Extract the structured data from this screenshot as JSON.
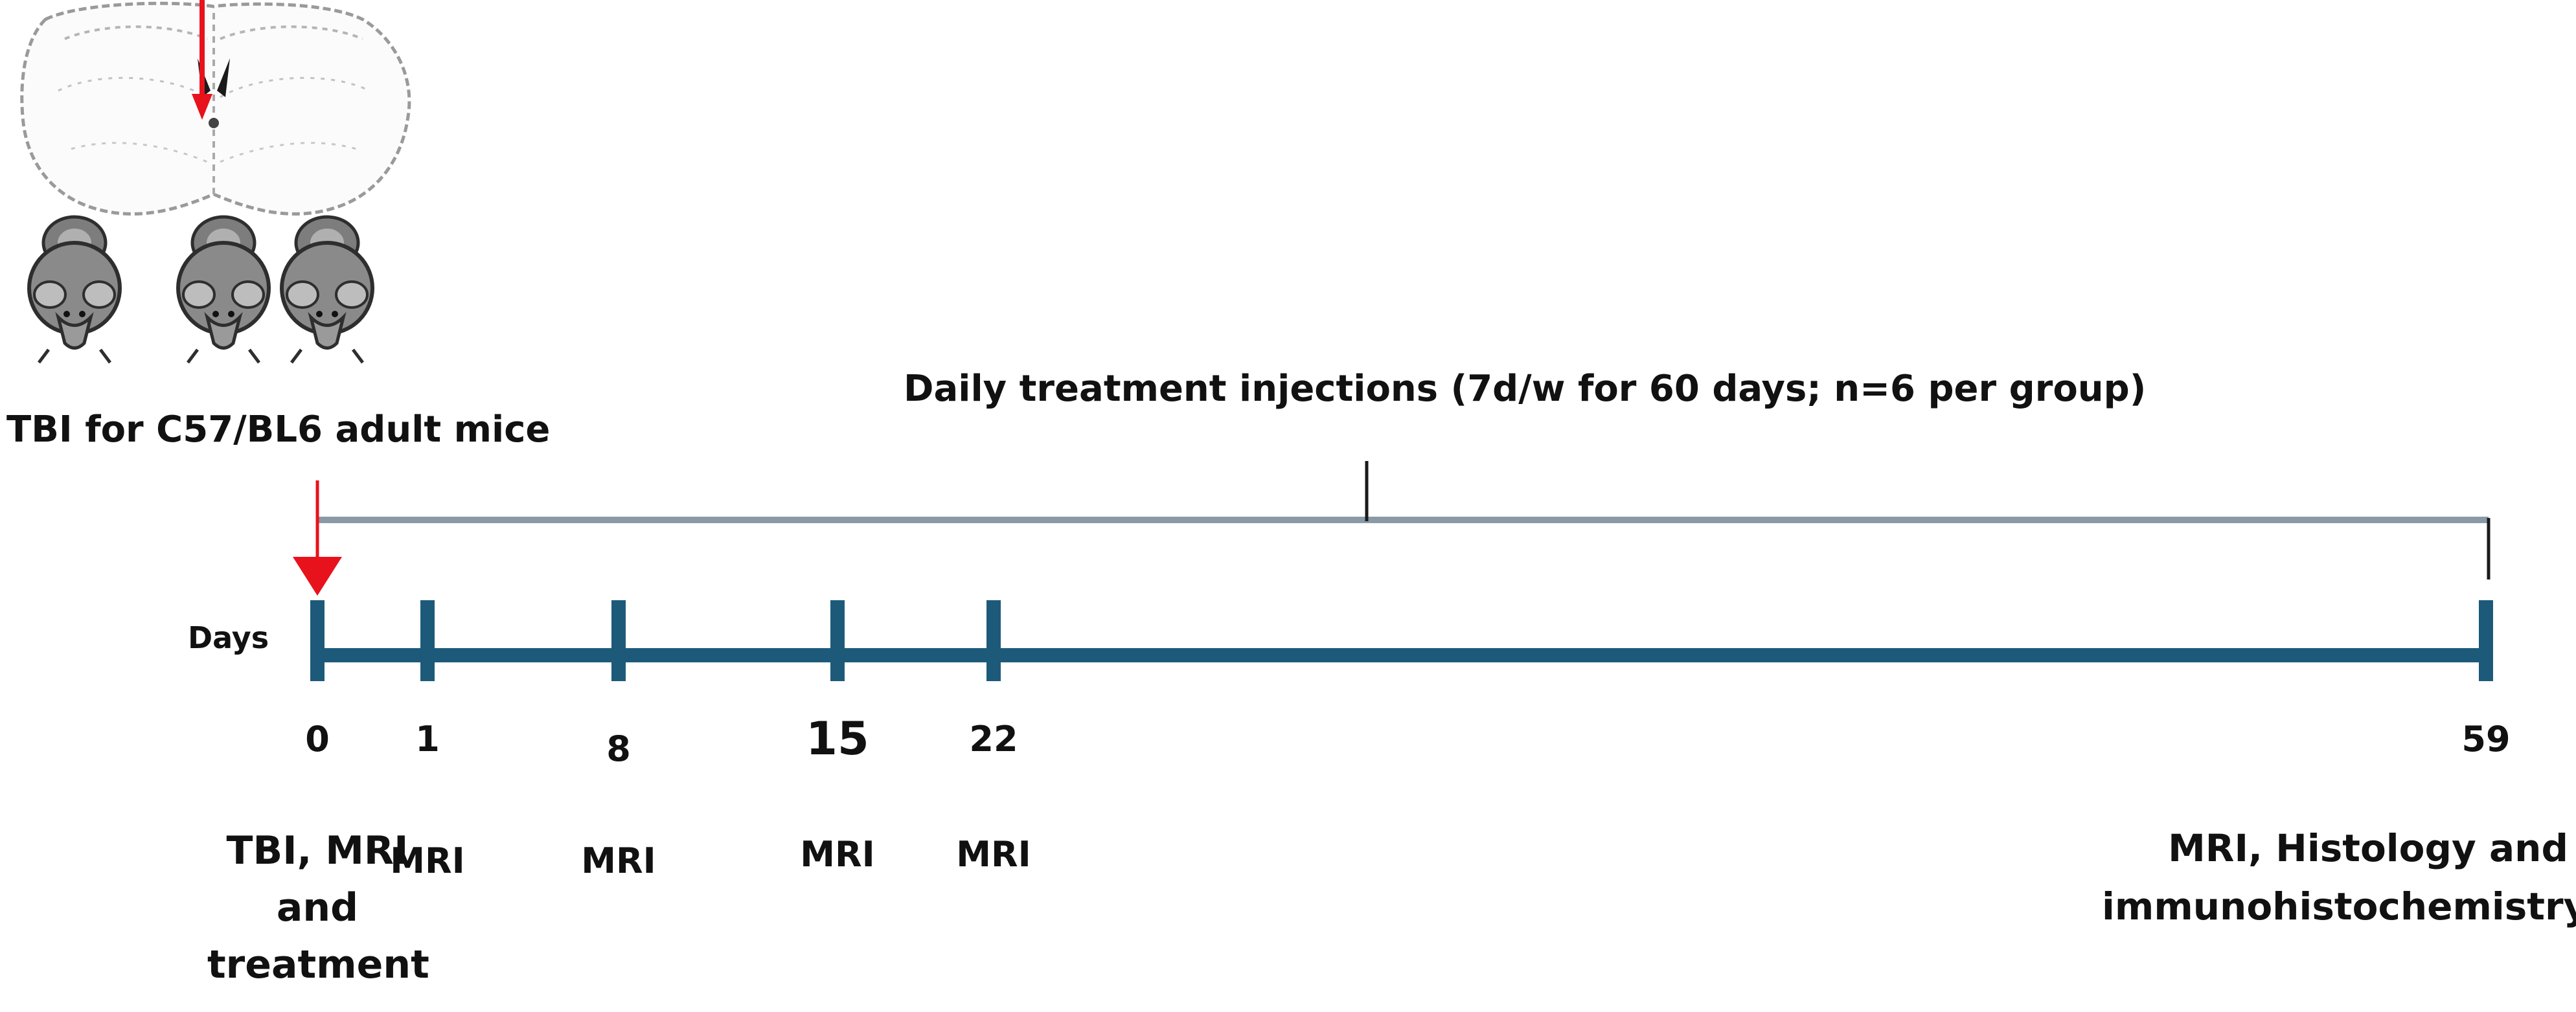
{
  "colors": {
    "timeline": "#1d5a7a",
    "treatment_line": "#8a99a6",
    "marker": "#e8121d",
    "text": "#111111"
  },
  "icons": {
    "brain": "brain-section-icon",
    "mouse": "mouse-icon",
    "arrow": "red-arrow-icon"
  },
  "injury_label": "TBI for C57/BL6 adult mice",
  "treatment_label": "Daily treatment injections (7d/w for 60 days; n=6 per group)",
  "axis_label": "Days",
  "timepoints": [
    {
      "day": "0",
      "event": "TBI, MRI and treatment"
    },
    {
      "day": "1",
      "event": "MRI"
    },
    {
      "day": "8",
      "event": "MRI"
    },
    {
      "day": "15",
      "event": "MRI"
    },
    {
      "day": "22",
      "event": "MRI"
    },
    {
      "day": "59",
      "event": "MRI, Histology and immunohistochemistry"
    }
  ]
}
